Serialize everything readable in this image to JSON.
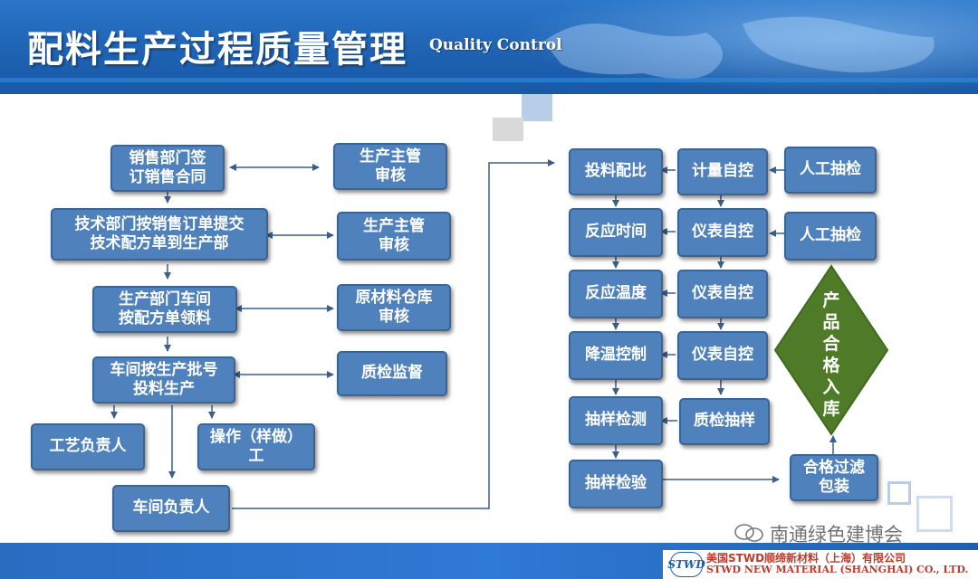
{
  "header": {
    "title": "配料生产过程质量管理",
    "subtitle": "Quality Control"
  },
  "left_flow": {
    "main": [
      "销售部门签\n订销售合同",
      "技术部门按销售订单提交\n技术配方单到生产部",
      "生产部门车间\n按配方单领料",
      "车间按生产批号\n投料生产"
    ],
    "side": [
      "生产主管\n审核",
      "生产主管\n审核",
      "原材料仓库\n审核",
      "质检监督"
    ],
    "sub": [
      "工艺负责人",
      "操作（样做）\n工",
      "车间负责人"
    ]
  },
  "right_flow": {
    "main": [
      "投料配比",
      "反应时间",
      "反应温度",
      "降温控制",
      "抽样检测",
      "抽样检验"
    ],
    "control": [
      "计量自控",
      "仪表自控",
      "仪表自控",
      "仪表自控",
      "质检抽样"
    ],
    "manual": [
      "人工抽检",
      "人工抽检"
    ],
    "pack": "合格过滤\n包装",
    "diamond": "产\n品\n合\n格\n入\n库"
  },
  "footer": {
    "watermark": "南通绿色建博会",
    "logo_mark": "STWD",
    "company_cn": "美国STWD顺缔新材料（上海）有限公司",
    "company_en": "STWD NEW MATERIAL (SHANGHAI) CO., LTD."
  },
  "colors": {
    "box_fill": "#4f81bd",
    "box_border": "#3a6496",
    "diamond": "#4f7a28",
    "header": "#1f62b3"
  }
}
